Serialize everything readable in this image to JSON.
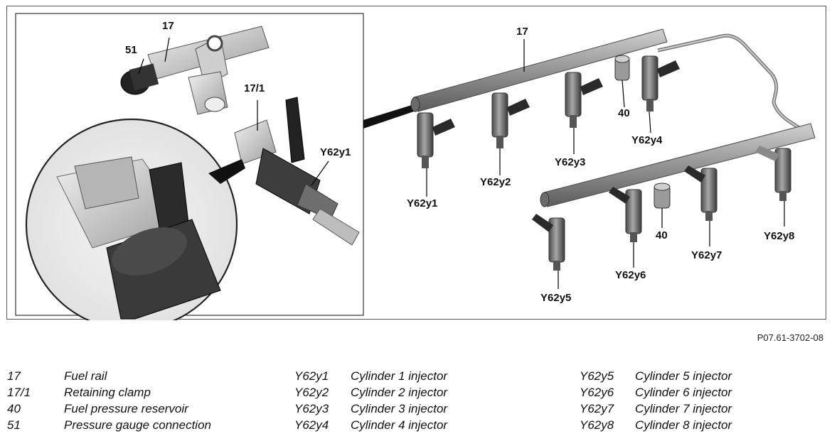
{
  "colors": {
    "rail": "#8a8a8a",
    "rail_light": "#c4c4c4",
    "rail_dark": "#5a5a5a",
    "injector_dark": "#3a3a3a",
    "injector_mid": "#7b7b7b",
    "connector": "#2a2a2a",
    "metal_light": "#d8d8d8",
    "leader": "#000000"
  },
  "callouts": {
    "fuel_rail_left": "17",
    "gauge_connection": "51",
    "clamp": "17/1",
    "injector_detail": "Y62y1",
    "fuel_rail_right": "17",
    "reservoir_upper": "40",
    "injector_y4": "Y62y4",
    "injector_y3": "Y62y3",
    "injector_y2": "Y62y2",
    "injector_y1": "Y62y1",
    "reservoir_lower": "40",
    "injector_y8": "Y62y8",
    "injector_y7": "Y62y7",
    "injector_y6": "Y62y6",
    "injector_y5": "Y62y5"
  },
  "reference_code": "P07.61-3702-08",
  "legend": [
    [
      {
        "code": "17",
        "desc": "Fuel rail"
      },
      {
        "code": "17/1",
        "desc": "Retaining clamp"
      },
      {
        "code": "40",
        "desc": "Fuel pressure reservoir"
      },
      {
        "code": "51",
        "desc": "Pressure gauge connection"
      }
    ],
    [
      {
        "code": "Y62y1",
        "desc": "Cylinder 1 injector"
      },
      {
        "code": "Y62y2",
        "desc": "Cylinder 2 injector"
      },
      {
        "code": "Y62y3",
        "desc": "Cylinder 3 injector"
      },
      {
        "code": "Y62y4",
        "desc": "Cylinder 4 injector"
      }
    ],
    [
      {
        "code": "Y62y5",
        "desc": "Cylinder 5 injector"
      },
      {
        "code": "Y62y6",
        "desc": "Cylinder 6 injector"
      },
      {
        "code": "Y62y7",
        "desc": "Cylinder 7 injector"
      },
      {
        "code": "Y62y8",
        "desc": "Cylinder 8 injector"
      }
    ]
  ]
}
